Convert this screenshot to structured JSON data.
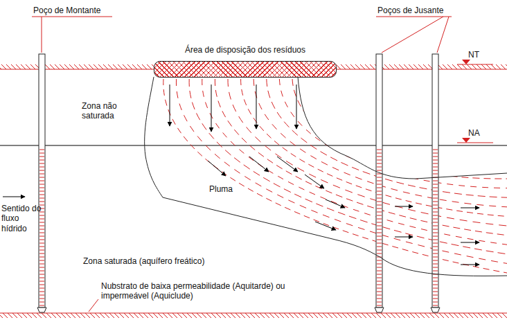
{
  "diagram": {
    "nodes": [
      {
        "text": [
          "Área de disposição dos resíduos"
        ]
      },
      {
        "text": [
          "Pluma"
        ]
      }
    ],
    "labels": [
      "Poço de Montante",
      "Poços de Jusante",
      "NT",
      "NA",
      "Zona não saturada",
      "Sentido do fluxo hídrido",
      "Zona saturada (aquífero freático)",
      "Nubstrato de baixa permeabilidade (Aquitarde) ou impermeável (Aquiclude)"
    ]
  }
}
